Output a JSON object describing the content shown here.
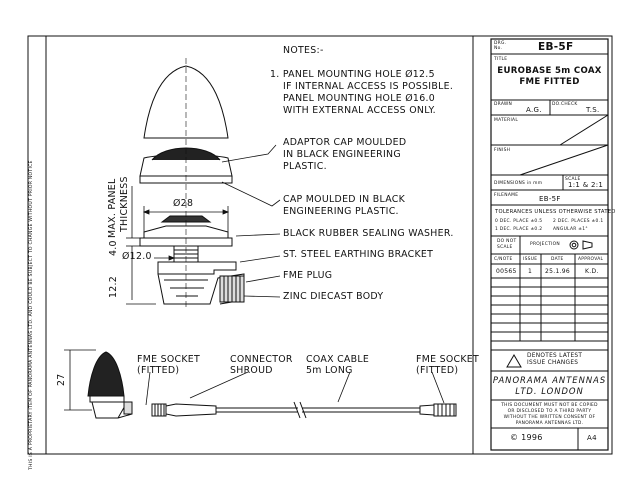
{
  "proprietary_note": "THIS IS A PROPRIETARY ITEM OF PANORAMA ANTENNAS LTD. AND COULD BE SUBJECT TO CHANGE WITHOUT PRIOR NOTICE",
  "notes": {
    "heading": "NOTES:-",
    "item1_line1": "1. PANEL MOUNTING HOLE Ø12.5",
    "item1_line2": "IF INTERNAL ACCESS IS POSSIBLE.",
    "item1_line3": "PANEL MOUNTING HOLE Ø16.0",
    "item1_line4": "WITH EXTERNAL ACCESS ONLY."
  },
  "callouts": {
    "adaptor_cap_1": "ADAPTOR CAP MOULDED",
    "adaptor_cap_2": "IN BLACK ENGINEERING",
    "adaptor_cap_3": "PLASTIC.",
    "cap_1": "CAP MOULDED IN BLACK",
    "cap_2": "ENGINEERING PLASTIC.",
    "washer": "BLACK RUBBER SEALING WASHER.",
    "bracket": "ST. STEEL EARTHING BRACKET",
    "fme_plug": "FME PLUG",
    "body": "ZINC DIECAST BODY"
  },
  "dimensions": {
    "dia28": "Ø28",
    "dia12": "Ø12.0",
    "d4": "4.0",
    "d12_2": "12.2",
    "d27": "27",
    "max_panel_1": "MAX. PANEL",
    "max_panel_2": "THICKNESS"
  },
  "cable_labels": {
    "fme_socket_left_1": "FME SOCKET",
    "fme_socket_left_2": "(FITTED)",
    "connector_1": "CONNECTOR",
    "connector_2": "SHROUD",
    "coax_1": "COAX CABLE",
    "coax_2": "5m LONG",
    "fme_socket_right_1": "FME SOCKET",
    "fme_socket_right_2": "(FITTED)"
  },
  "title_block": {
    "drg_no_label": "DRG. No.",
    "drg_no": "EB-5F",
    "title_label": "TITLE",
    "title_1": "EUROBASE 5m COAX",
    "title_2": "FME FITTED",
    "drawn_label": "DRAWN",
    "drawn": "A.G.",
    "dochk_label": "DO.CHECK",
    "dochk": "T.S.",
    "material_label": "MATERIAL",
    "finish_label": "FINISH",
    "dimensions_label": "DIMENSIONS in mm",
    "scale_label": "SCALE",
    "scale": "1:1 & 2:1",
    "filename_label": "FILENAME",
    "filename": "EB-5F",
    "tol_heading": "TOLERANCES UNLESS OTHERWISE STATED",
    "tol_0dec": "0 DEC. PLACE ±0.5",
    "tol_2dec": "2 DEC. PLACES ±0.1",
    "tol_1dec": "1 DEC. PLACE ±0.2",
    "tol_ang": "ANGULAR ±1°",
    "do_not_scale_1": "DO NOT",
    "do_not_scale_2": "SCALE",
    "projection_label": "PROJECTION",
    "cnote_label": "C/NOTE",
    "issue_label": "ISSUE",
    "date_label": "DATE",
    "approval_label": "APPROVAL",
    "cnote": "00565",
    "issue": "1",
    "date": "25.1.96",
    "approval": "K.D.",
    "latest_1": "DENOTES LATEST",
    "latest_2": "ISSUE CHANGES",
    "company_1": "PANORAMA ANTENNAS",
    "company_2": "LTD. LONDON",
    "copy_1": "THIS DOCUMENT MUST NOT BE COPIED",
    "copy_2": "OR DISCLOSED TO A THIRD PARTY",
    "copy_3": "WITHOUT THE WRITTEN CONSENT OF",
    "copy_4": "PANORAMA ANTENNAS LTD.",
    "copyright": "© 1996",
    "sheet_size": "A4"
  }
}
